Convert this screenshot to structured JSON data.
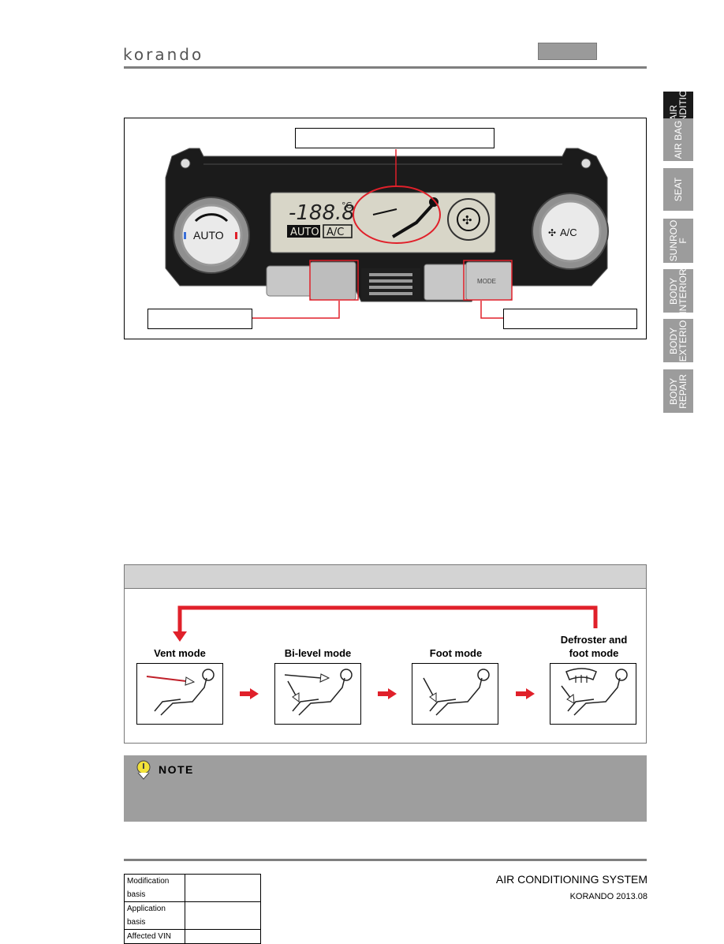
{
  "header": {
    "brand": "korando"
  },
  "side_tabs": [
    {
      "label": "AIR\nCONDITIO",
      "active": true
    },
    {
      "label": "AIR BAG",
      "active": false
    },
    {
      "label": "SEAT",
      "active": false
    },
    {
      "label": "SUNROO\nF",
      "active": false
    },
    {
      "label": "BODY\nINTERIOR",
      "active": false
    },
    {
      "label": "BODY\nEXTERIO",
      "active": false
    },
    {
      "label": "BODY\nREPAIR",
      "active": false
    }
  ],
  "panel": {
    "left_knob_label": "AUTO",
    "right_knob_label": "A/C",
    "lcd_temp": "-188.8",
    "lcd_unit": "°C",
    "lcd_auto": "AUTO",
    "lcd_ac": "A/C",
    "mode_button": "MODE"
  },
  "modes": [
    {
      "label": "Vent mode"
    },
    {
      "label": "Bi-level mode"
    },
    {
      "label": "Foot mode"
    },
    {
      "label": "Defroster and\nfoot mode"
    }
  ],
  "note": {
    "title": "NOTE"
  },
  "footer": {
    "title": "AIR CONDITIONING SYSTEM",
    "subtitle": "KORANDO 2013.08",
    "basis": [
      {
        "label": "Modification basis",
        "value": ""
      },
      {
        "label": "Application basis",
        "value": ""
      },
      {
        "label": "Affected VIN",
        "value": ""
      }
    ]
  },
  "colors": {
    "accent_red": "#e0202a",
    "tab_gray": "#9c9c9c",
    "tab_active": "#1a1a1a",
    "note_gray": "#9e9e9e"
  }
}
